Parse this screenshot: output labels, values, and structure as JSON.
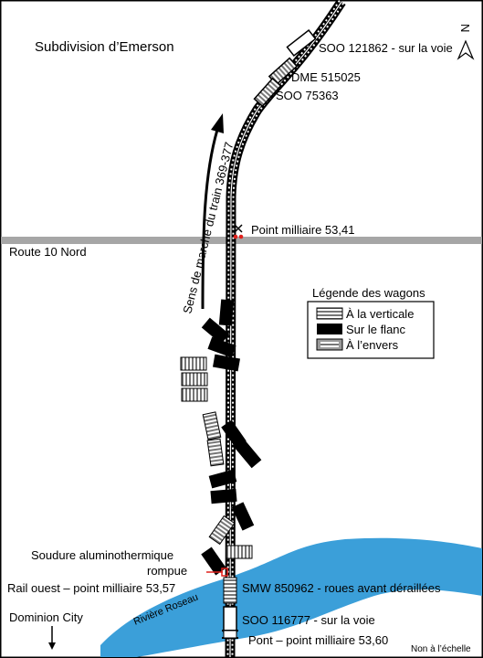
{
  "title": "Subdivision d’Emerson",
  "north": "N",
  "direction": "Sens de marche du train 369-377",
  "road": "Route 10 Nord",
  "milepost_top": "Point milliaire 53,41",
  "legend": {
    "title": "Légende des wagons",
    "items": [
      {
        "label": "À la verticale",
        "state": "upright"
      },
      {
        "label": "Sur le flanc",
        "state": "on-side"
      },
      {
        "label": "À l’envers",
        "state": "inverted"
      }
    ]
  },
  "cars_top": [
    "SOO 121862 - sur la voie",
    "DME 515025",
    "SOO 75363"
  ],
  "weld": [
    "Soudure aluminothermique",
    "rompue"
  ],
  "rail_west": "Rail ouest – point milliaire 53,57",
  "smw": "SMW 850962 - roues avant déraillées",
  "soo_bottom": "SOO 116777 - sur la voie",
  "dominion": "Dominion City",
  "river": "Rivière Roseau",
  "bridge": "Pont – point milliaire 53,60",
  "scale": "Non à l’échelle",
  "colors": {
    "river": "#3b9fd9",
    "road": "#a6a6a6",
    "weld": "#e0201b"
  }
}
